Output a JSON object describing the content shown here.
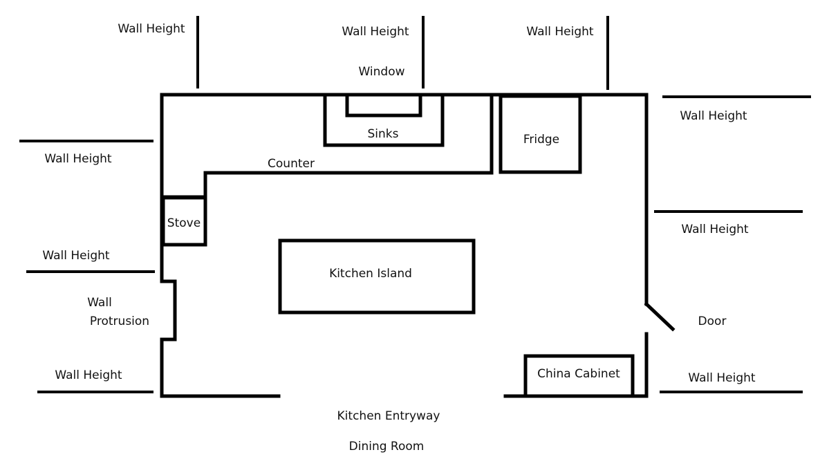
{
  "labels": {
    "wall_height_top_left": "Wall Height",
    "wall_height_top_center": "Wall Height",
    "window": "Window",
    "wall_height_top_right": "Wall Height",
    "wall_height_right_upper": "Wall Height",
    "sinks": "Sinks",
    "fridge": "Fridge",
    "wall_height_left_upper": "Wall Height",
    "counter": "Counter",
    "stove": "Stove",
    "wall_height_right_middle": "Wall Height",
    "wall_height_left_middle": "Wall Height",
    "kitchen_island": "Kitchen Island",
    "wall_protrusion_line1": "Wall",
    "wall_protrusion_line2": "Protrusion",
    "door": "Door",
    "china_cabinet": "China Cabinet",
    "wall_height_left_lower": "Wall Height",
    "wall_height_right_lower": "Wall Height",
    "kitchen_entryway": "Kitchen Entryway",
    "dining_room": "Dining Room"
  }
}
